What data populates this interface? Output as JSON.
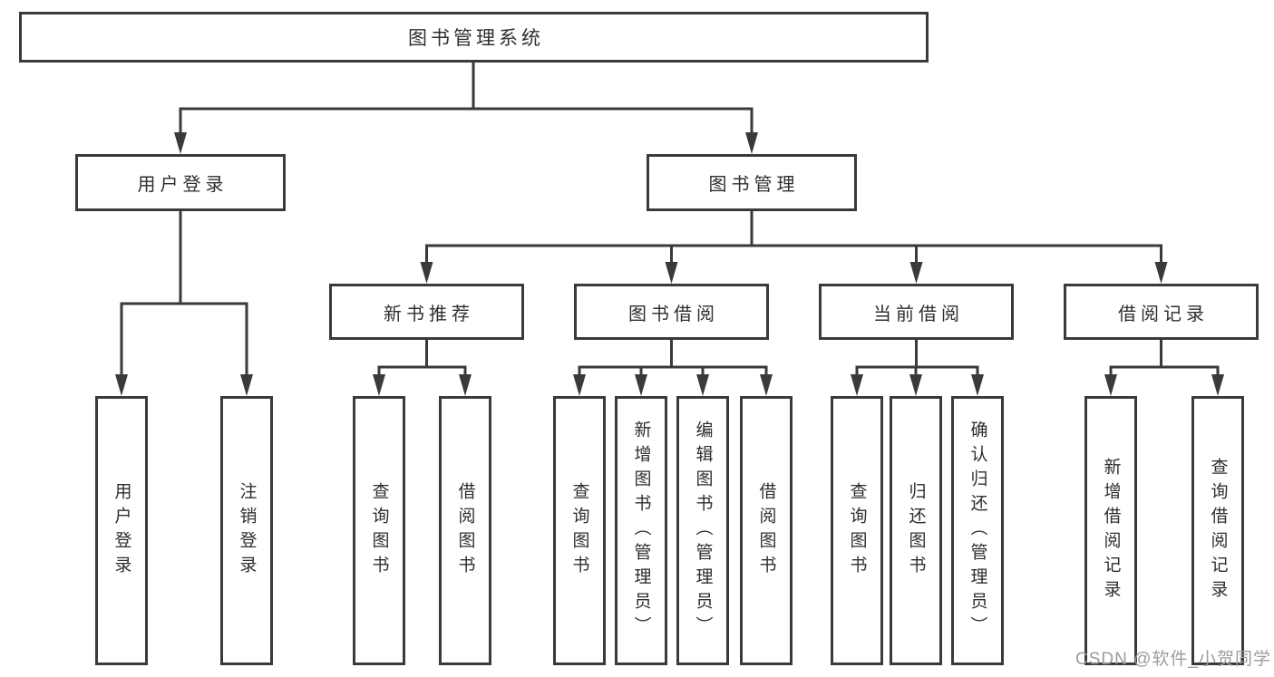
{
  "diagram": {
    "type": "tree-structure-chart",
    "colors": {
      "line": "#3a3a3a",
      "box_border": "#3a3a3a",
      "text": "#2e2e2e",
      "watermark_text": "#9c9c9c",
      "background": "#ffffff"
    },
    "root": {
      "label": "图书管理系统"
    },
    "level2": [
      {
        "label": "用户登录"
      },
      {
        "label": "图书管理"
      }
    ],
    "level3": [
      {
        "label": "新书推荐",
        "parent": "图书管理"
      },
      {
        "label": "图书借阅",
        "parent": "图书管理"
      },
      {
        "label": "当前借阅",
        "parent": "图书管理"
      },
      {
        "label": "借阅记录",
        "parent": "图书管理"
      }
    ],
    "leaves": [
      {
        "label": "用户登录",
        "parent": "用户登录"
      },
      {
        "label": "注销登录",
        "parent": "用户登录"
      },
      {
        "label": "查询图书",
        "parent": "新书推荐"
      },
      {
        "label": "借阅图书",
        "parent": "新书推荐"
      },
      {
        "label": "查询图书",
        "parent": "图书借阅"
      },
      {
        "label": "新增图书（管理员）",
        "parent": "图书借阅"
      },
      {
        "label": "编辑图书（管理员）",
        "parent": "图书借阅"
      },
      {
        "label": "借阅图书",
        "parent": "图书借阅"
      },
      {
        "label": "查询图书",
        "parent": "当前借阅"
      },
      {
        "label": "归还图书",
        "parent": "当前借阅"
      },
      {
        "label": "确认归还（管理员）",
        "parent": "当前借阅"
      },
      {
        "label": "新增借阅记录",
        "parent": "借阅记录"
      },
      {
        "label": "查询借阅记录",
        "parent": "借阅记录"
      }
    ],
    "watermark": "CSDN @软件_小贺同学"
  }
}
